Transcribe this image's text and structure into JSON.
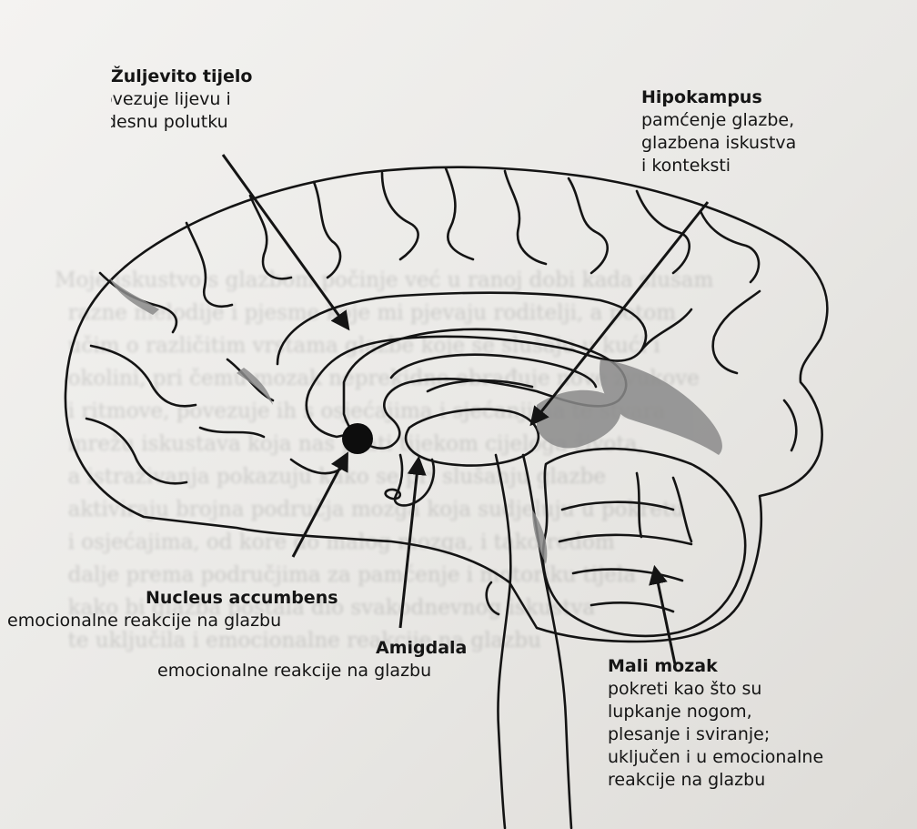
{
  "labels": {
    "zuljevito": {
      "title": "Žuljevito tijelo",
      "desc": [
        "povezuje lijevu i",
        "desnu polutku"
      ]
    },
    "hipokampus": {
      "title": "Hipokampus",
      "desc": [
        "pamćenje glazbe,",
        "glazbena iskustva",
        "i konteksti"
      ]
    },
    "nucleus": {
      "title": "Nucleus accumbens",
      "desc": [
        "emocionalne reakcije na glazbu"
      ]
    },
    "amigdala": {
      "title": "Amigdala",
      "desc": [
        "emocionalne reakcije na glazbu"
      ]
    },
    "mali_mozak": {
      "title": "Mali mozak",
      "desc": [
        "pokreti kao što su",
        "lupkanje nogom,",
        "plesanje i sviranje;",
        "uključen i u emocionalne",
        "reakcije na glazbu"
      ]
    }
  },
  "colors": {
    "outline": "#141414",
    "shade": "#8a8a8a",
    "paper": "#efeeeb"
  }
}
